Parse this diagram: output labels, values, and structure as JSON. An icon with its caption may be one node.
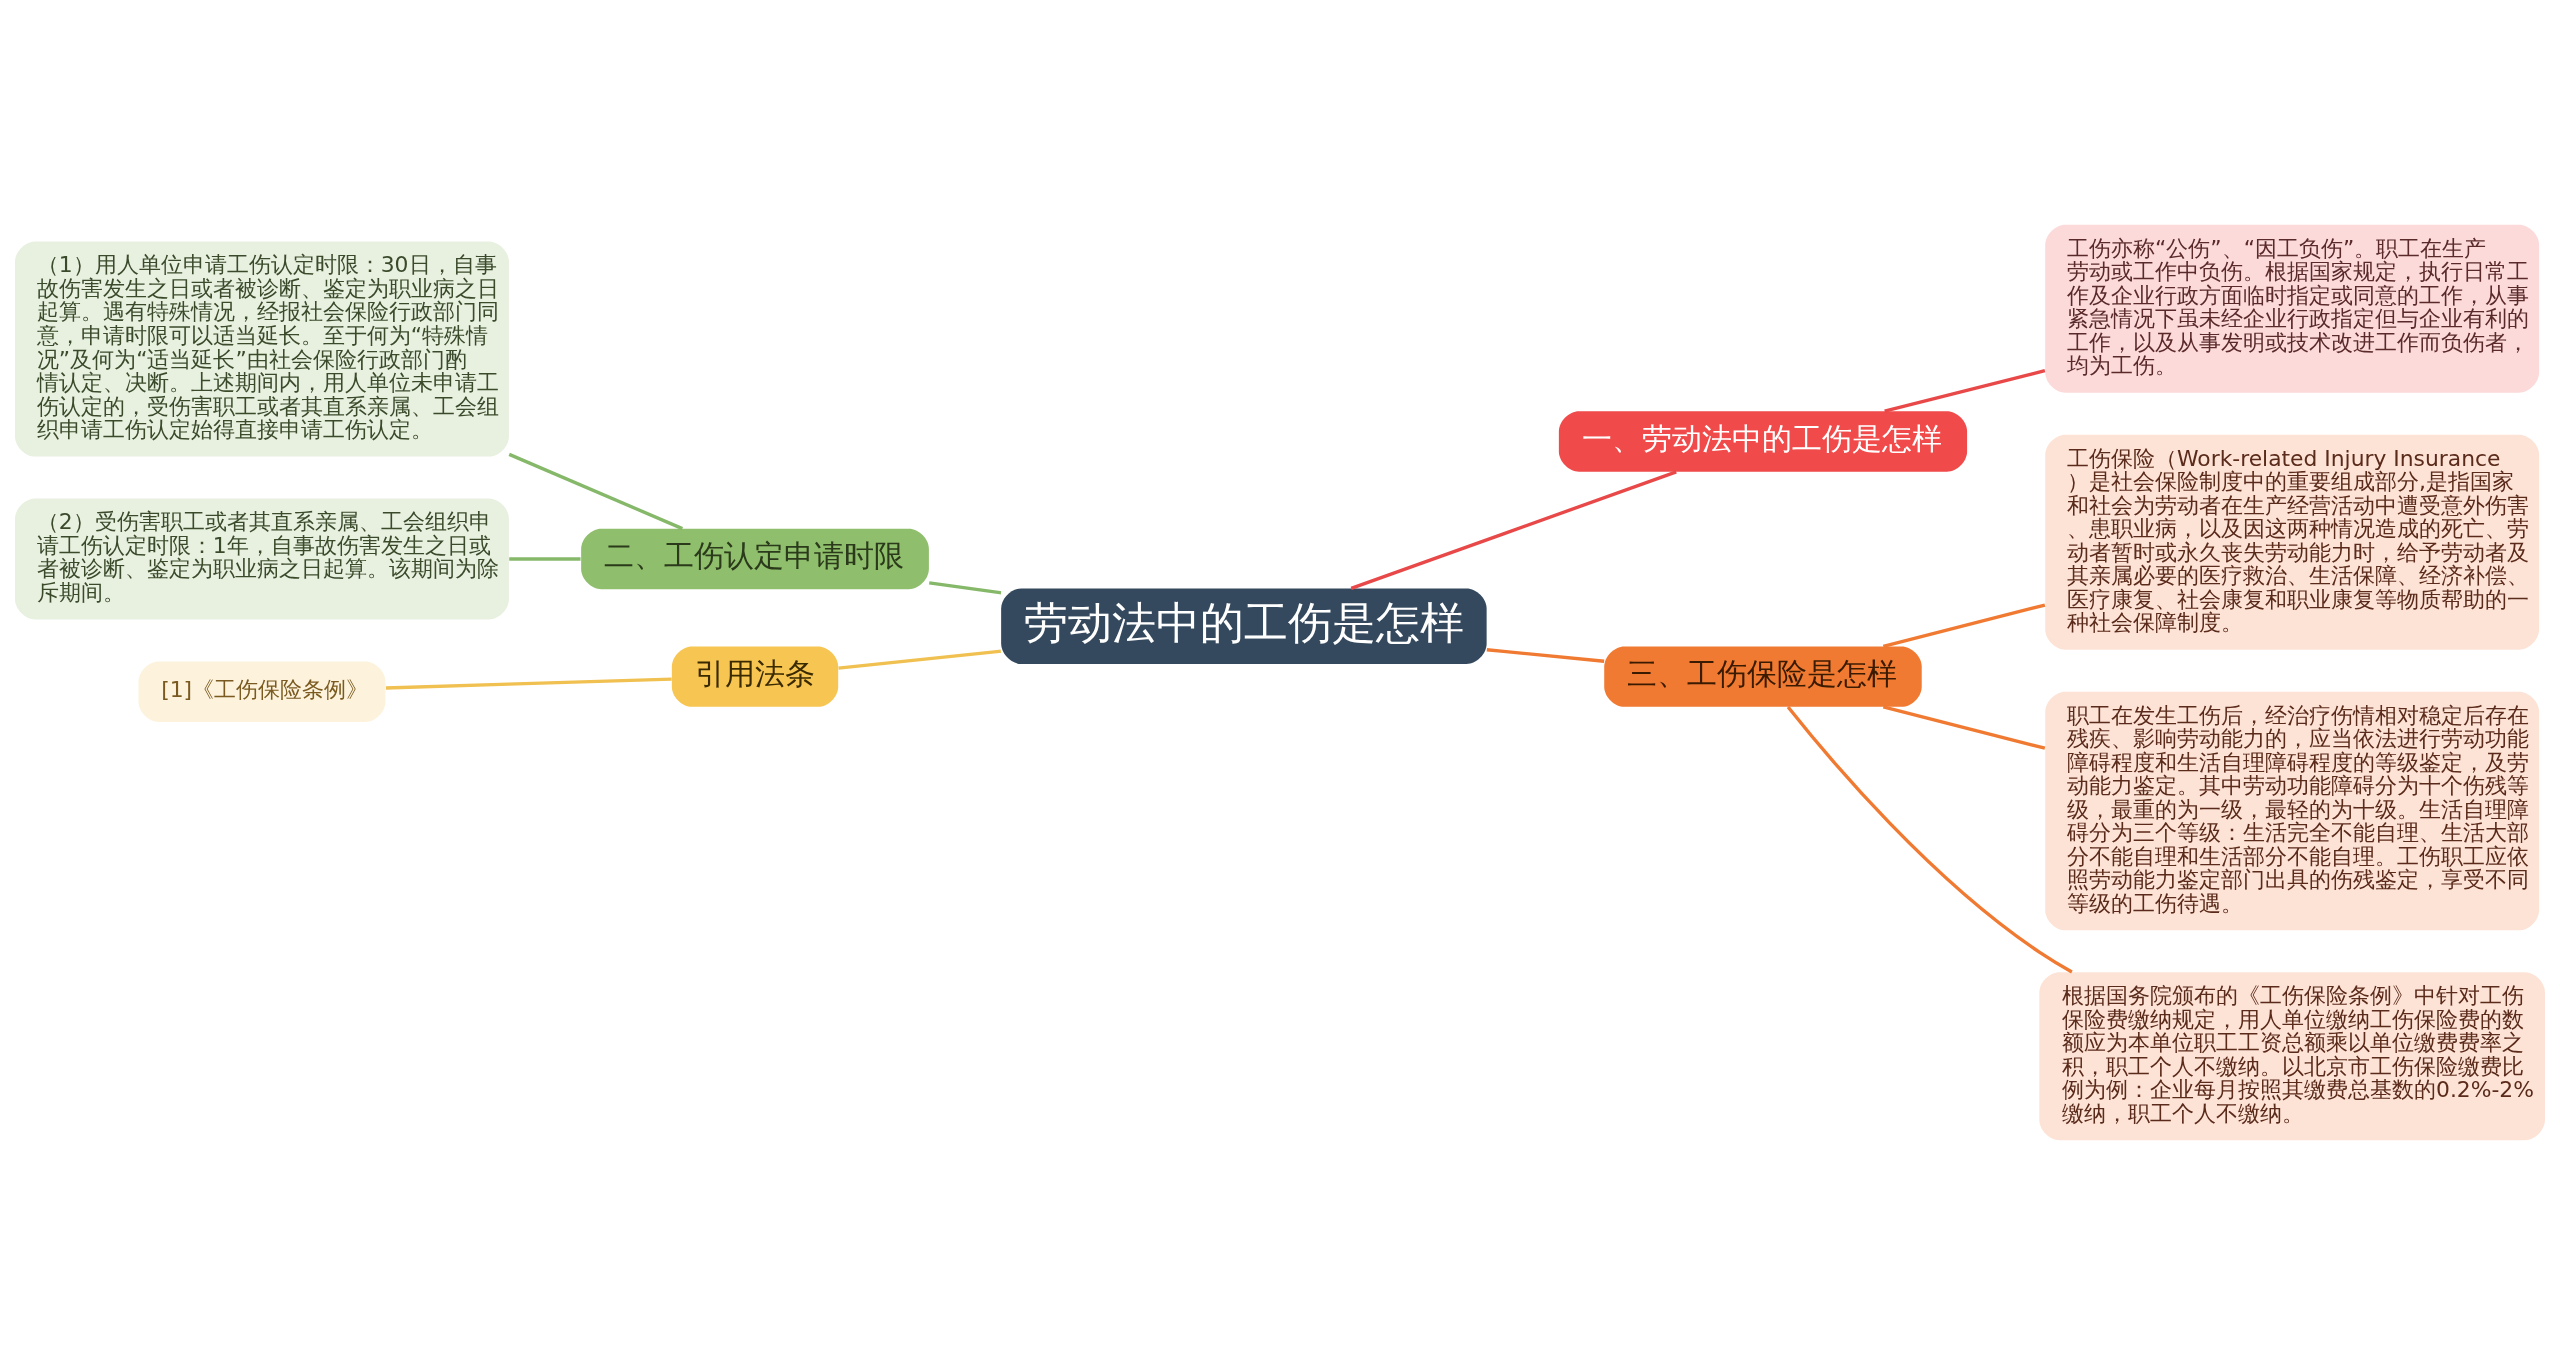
{
  "diagram": {
    "nodes": [
      {
        "text": [
          "劳动法中的工伤是怎样"
        ]
      },
      {
        "text": [
          "一、劳动法中的工伤是怎样"
        ]
      },
      {
        "text": [
          "工伤亦称“公伤”、“因工负伤”。职工在生产劳动或工作中负伤。根据国家规定，执行日常工作及企业行政方面临时指定或同意的工作，从事紧急情况下虽未经企业行政指定但与企业有利的工作，以及从事发明或技术改进工作而负伤者，均为工伤。"
        ]
      },
      {
        "text": [
          "三、工伤保险是怎样"
        ]
      },
      {
        "text": [
          "工伤保险（Work-related Injury Insurance）是社会保险制度中的重要组成部分,是指国家和社会为劳动者在生产经营活动中遭受意外伤害、患职业病，以及因这两种情况造成的死亡、劳动者暂时或永久丧失劳动能力时，给予劳动者及其亲属必要的医疗救治、生活保障、经济补偿、医疗康复、社会康复和职业康复等物质帮助的一种社会保障制度。"
        ]
      },
      {
        "text": [
          "职工在发生工伤后，经治疗伤情相对稳定后存在残疾、影响劳动能力的，应当依法进行劳动功能障碍程度和生活自理障碍程度的等级鉴定，及劳动能力鉴定。其中劳动功能障碍分为十个伤残等级，最重的为一级，最轻的为十级。生活自理障碍分为三个等级：生活完全不能自理、生活大部分不能自理和生活部分不能自理。工伤职工应依照劳动能力鉴定部门出具的伤残鉴定，享受不同等级的工伤待遇。"
        ]
      },
      {
        "text": [
          "根据国务院颁布的《工伤保险条例》中针对工伤保险费缴纳规定，用人单位缴纳工伤保险费的数额应为本单位职工工资总额乘以单位缴费费率之积，职工个人不缴纳。以北京市工伤保险缴费比例为例：企业每月按照其缴费总基数的0.2%-2%缴纳，职工个人不缴纳。"
        ]
      },
      {
        "text": [
          "二、工伤认定申请时限"
        ]
      },
      {
        "text": [
          "（1）用人单位申请工伤认定时限：30日，自事故伤害发生之日或者被诊断、鉴定为职业病之日起算。遇有特殊情况，经报社会保险行政部门同意，申请时限可以适当延长。至于何为“特殊情况”及何为“适当延长”由社会保险行政部门酌情认定、决断。上述期间内，用人单位未申请工伤认定的，受伤害职工或者其直系亲属、工会组织申请工伤认定始得直接申请工伤认定。"
        ]
      },
      {
        "text": [
          "（2）受伤害职工或者其直系亲属、工会组织申请工伤认定时限：1年，自事故伤害发生之日或者被诊断、鉴定为职业病之日起算。该期间为除斥期间。"
        ]
      },
      {
        "text": [
          "引用法条"
        ]
      },
      {
        "text": [
          "[1]《工伤保险条例》"
        ]
      }
    ],
    "edges": [
      {
        "from": 0,
        "to": 1,
        "arrow": "none",
        "color": "#e84848"
      },
      {
        "from": 1,
        "to": 2,
        "arrow": "none",
        "color": "#e84848"
      },
      {
        "from": 0,
        "to": 3,
        "arrow": "none"
      },
      {
        "from": 3,
        "to": 4,
        "arrow": "none"
      },
      {
        "from": 3,
        "to": 5,
        "arrow": "none"
      },
      {
        "from": 3,
        "to": 6,
        "arrow": "none"
      },
      {
        "from": 0,
        "to": 7,
        "arrow": "none",
        "color": "#86b86a"
      },
      {
        "from": 7,
        "to": 8,
        "arrow": "none",
        "color": "#86b86a"
      },
      {
        "from": 7,
        "to": 9,
        "arrow": "none",
        "color": "#86b86a"
      },
      {
        "from": 0,
        "to": 10,
        "arrow": "none",
        "color": "#f0c050"
      },
      {
        "from": 10,
        "to": 11,
        "arrow": "none",
        "color": "#f0c050"
      }
    ]
  }
}
